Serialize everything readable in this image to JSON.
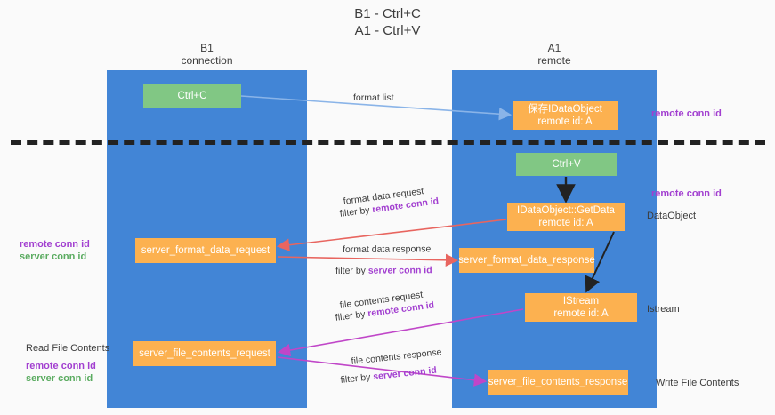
{
  "title": {
    "line1": "B1 - Ctrl+C",
    "line2": "A1 - Ctrl+V"
  },
  "columns": {
    "left": {
      "name": "B1",
      "role": "connection"
    },
    "right": {
      "name": "A1",
      "role": "remote"
    }
  },
  "nodes": {
    "ctrl_c": {
      "label": "Ctrl+C",
      "color": "#81c784"
    },
    "save_idataobject": {
      "line1": "保存IDataObject",
      "line2": "remote id: A",
      "color": "#fcb150"
    },
    "ctrl_v": {
      "label": "Ctrl+V",
      "color": "#81c784"
    },
    "getdata": {
      "line1": "IDataObject::GetData",
      "line2": "remote id: A",
      "color": "#fcb150"
    },
    "server_format_data_request": {
      "label": "server_format_data_request",
      "color": "#fcb150"
    },
    "server_format_data_response": {
      "label": "server_format_data_response",
      "color": "#fcb150"
    },
    "istream": {
      "line1": "IStream",
      "line2": "remote id: A",
      "color": "#fcb150"
    },
    "server_file_contents_request": {
      "label": "server_file_contents_request",
      "color": "#fcb150"
    },
    "server_file_contents_response": {
      "label": "server_file_contents_response",
      "color": "#fcb150"
    }
  },
  "edge_labels": {
    "format_list": "format list",
    "format_data_request": "format data request",
    "format_data_request_filter_prefix": "filter by ",
    "format_data_request_filter_key": "remote conn id",
    "format_data_response": "format data response",
    "format_data_response_filter_prefix": "filter by ",
    "format_data_response_filter_key": "server conn id",
    "file_contents_request": "file contents request",
    "file_contents_request_filter_prefix": "filter by ",
    "file_contents_request_filter_key": "remote conn id",
    "file_contents_response": "file contents response",
    "file_contents_response_filter_prefix": "filter by ",
    "file_contents_response_filter_key": "server conn id"
  },
  "annotations": {
    "right": [
      {
        "text": "remote conn id",
        "style": "purple"
      },
      {
        "text": "remote conn id",
        "style": "purple"
      },
      {
        "text": "DataObject",
        "style": "plain"
      },
      {
        "text": "Istream",
        "style": "plain"
      },
      {
        "text": "Write File Contents",
        "style": "plain"
      }
    ],
    "left": {
      "block1": [
        {
          "text": "remote conn id",
          "style": "purple"
        },
        {
          "text": "server conn id",
          "style": "green"
        }
      ],
      "block2_title": "Read File Contents",
      "block2": [
        {
          "text": "remote conn id",
          "style": "purple"
        },
        {
          "text": "server conn id",
          "style": "green"
        }
      ]
    }
  },
  "colors": {
    "lane": "#4285d6",
    "green_node": "#81c784",
    "orange_node": "#fcb150",
    "purple_text": "#a23fd0",
    "green_text": "#5aab60",
    "arrow_blue": "#8ab4e8",
    "arrow_red": "#e8655f",
    "arrow_magenta": "#c046c8",
    "arrow_black": "#222222",
    "background": "#fafafa"
  }
}
